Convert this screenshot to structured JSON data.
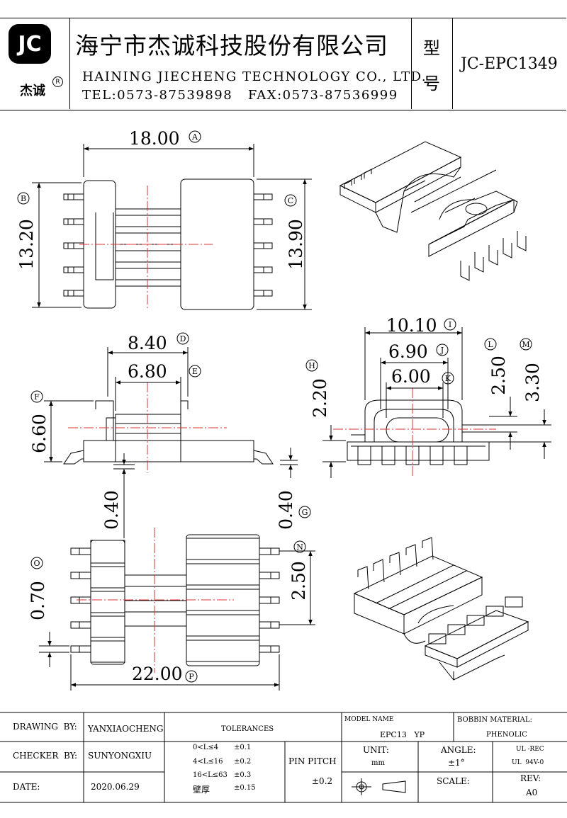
{
  "header": {
    "logo_mark": "JC",
    "logo_sub": "杰诚",
    "logo_reg": "R",
    "company_cn": "海宁市杰诚科技股份有限公司",
    "company_en": "HAINING JIECHENG TECHNOLOGY CO., LTD.",
    "contact": "TEL:0573-87539898   FAX:0573-87536999",
    "model_label_1": "型",
    "model_label_2": "号",
    "model_value": "JC-EPC1349"
  },
  "dimensions": {
    "A": {
      "letter": "A",
      "value": "18.00"
    },
    "B": {
      "letter": "B",
      "value": "13.20"
    },
    "C": {
      "letter": "C",
      "value": "13.90"
    },
    "D": {
      "letter": "D",
      "value": "8.40"
    },
    "E": {
      "letter": "E",
      "value": "6.80"
    },
    "F": {
      "letter": "F",
      "value": "6.60"
    },
    "G": {
      "letter": "G",
      "value": "0.40"
    },
    "G2": {
      "value": "0.40"
    },
    "H": {
      "letter": "H",
      "value": "2.20"
    },
    "I": {
      "letter": "I",
      "value": "10.10"
    },
    "J": {
      "letter": "J",
      "value": "6.90"
    },
    "K": {
      "letter": "K",
      "value": "6.00"
    },
    "L": {
      "letter": "L",
      "value": "2.50"
    },
    "M": {
      "letter": "M",
      "value": "3.30"
    },
    "N": {
      "letter": "N",
      "value": "2.50"
    },
    "O": {
      "letter": "O",
      "value": "0.70"
    },
    "P": {
      "letter": "P",
      "value": "22.00"
    }
  },
  "title_block": {
    "drawing_by_label": "DRAWING  BY:",
    "drawing_by": "YANXIAOCHENG",
    "checker_by_label": "CHECKER  BY:",
    "checker_by": "SUNYONGXIU",
    "date_label": "DATE:",
    "date": "2020.06.29",
    "tolerances_label": "TOLERANCES",
    "tolerances": [
      {
        "range": "0<L≤4",
        "tol": "±0.1"
      },
      {
        "range": "4<L≤16",
        "tol": "±0.2"
      },
      {
        "range": "16<L≤63",
        "tol": "±0.3"
      },
      {
        "range": "壁厚",
        "tol": "±0.15"
      }
    ],
    "pin_pitch_label": "PIN PITCH",
    "pin_pitch": "±0.2",
    "model_name_label": "MODEL NAME",
    "model_name": "EPC13   YP",
    "bobbin_material_label": "BOBBIN MATERIAL:",
    "bobbin_material": "PHENOLIC",
    "unit_label": "UNIT:",
    "unit": "mm",
    "angle_label": "ANGLE:",
    "angle": "±1°",
    "ul_1": "UL -REC",
    "ul_2": "UL  94V-0",
    "scale_label": "SCALE:",
    "rev_label": "REV:",
    "rev": "A0"
  }
}
